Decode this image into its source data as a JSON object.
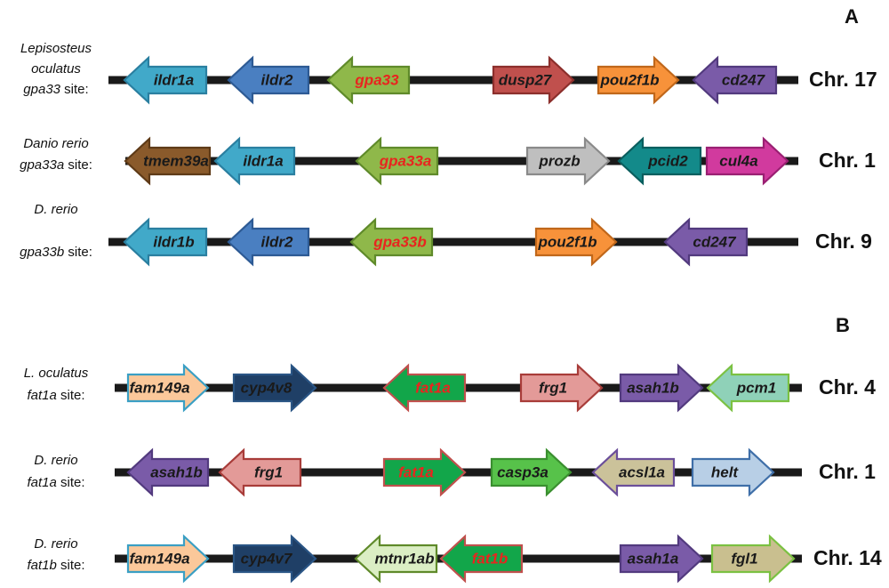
{
  "colors": {
    "line": "#1a1a1a",
    "highlight_text": "#e8251f",
    "dark_text": "#1a1a1a"
  },
  "panels": [
    {
      "label": "A",
      "tracks": [
        {
          "site_lines": [
            {
              "text": "Lepisosteus",
              "italic": true
            },
            {
              "text": "oculatus",
              "italic": true
            },
            {
              "text": "gpa33",
              "italic": true,
              "suffix": " site:"
            }
          ],
          "chromosome": "Chr. 17",
          "genes": [
            {
              "name": "ildr1a",
              "dir": "left",
              "fill": "#41a9c9",
              "stroke": "#2a7fa0",
              "text": "#1a1a1a"
            },
            {
              "name": "ildr2",
              "dir": "left",
              "fill": "#4a7fc1",
              "stroke": "#2d5a94",
              "text": "#1a1a1a"
            },
            {
              "name": "gpa33",
              "dir": "left",
              "fill": "#8fb84a",
              "stroke": "#5f8a2a",
              "text": "#e8251f"
            },
            {
              "name": "dusp27",
              "dir": "right",
              "fill": "#c0504d",
              "stroke": "#8c2f2c",
              "text": "#1a1a1a"
            },
            {
              "name": "pou2f1b",
              "dir": "right",
              "fill": "#f7923a",
              "stroke": "#c0671a",
              "text": "#1a1a1a"
            },
            {
              "name": "cd247",
              "dir": "left",
              "fill": "#7a5ba8",
              "stroke": "#523a7e",
              "text": "#1a1a1a"
            }
          ]
        },
        {
          "site_lines": [
            {
              "text": "Danio rerio",
              "italic": true
            },
            {
              "text": "gpa33a",
              "italic": true,
              "suffix": " site:"
            }
          ],
          "chromosome": "Chr. 1",
          "genes": [
            {
              "name": "tmem39a",
              "dir": "left",
              "fill": "#8a5a2b",
              "stroke": "#5e3a17",
              "text": "#1a1a1a"
            },
            {
              "name": "ildr1a",
              "dir": "left",
              "fill": "#41a9c9",
              "stroke": "#2a7fa0",
              "text": "#1a1a1a"
            },
            {
              "name": "gpa33a",
              "dir": "left",
              "fill": "#8fb84a",
              "stroke": "#5f8a2a",
              "text": "#e8251f"
            },
            {
              "name": "prozb",
              "dir": "right",
              "fill": "#bfbfbf",
              "stroke": "#8a8a8a",
              "text": "#1a1a1a"
            },
            {
              "name": "pcid2",
              "dir": "left",
              "fill": "#138a8a",
              "stroke": "#0a5e5e",
              "text": "#1a1a1a"
            },
            {
              "name": "cul4a",
              "dir": "right",
              "fill": "#d13a9e",
              "stroke": "#9a1f72",
              "text": "#1a1a1a"
            }
          ]
        },
        {
          "site_lines": [
            {
              "text": "D. rerio",
              "italic": true
            },
            {
              "text": "gpa33b",
              "italic": true,
              "suffix": " site:"
            }
          ],
          "chromosome": "Chr. 9",
          "genes": [
            {
              "name": "ildr1b",
              "dir": "left",
              "fill": "#41a9c9",
              "stroke": "#2a7fa0",
              "text": "#1a1a1a"
            },
            {
              "name": "ildr2",
              "dir": "left",
              "fill": "#4a7fc1",
              "stroke": "#2d5a94",
              "text": "#1a1a1a"
            },
            {
              "name": "gpa33b",
              "dir": "left",
              "fill": "#8fb84a",
              "stroke": "#5f8a2a",
              "text": "#e8251f"
            },
            {
              "name": "pou2f1b",
              "dir": "right",
              "fill": "#f7923a",
              "stroke": "#c0671a",
              "text": "#1a1a1a"
            },
            {
              "name": "cd247",
              "dir": "left",
              "fill": "#7a5ba8",
              "stroke": "#523a7e",
              "text": "#1a1a1a"
            }
          ]
        }
      ]
    },
    {
      "label": "B",
      "tracks": [
        {
          "site_lines": [
            {
              "text": "L. oculatus",
              "italic": true
            },
            {
              "text": "fat1a",
              "italic": true,
              "suffix": " site:"
            }
          ],
          "chromosome": "Chr. 4",
          "genes": [
            {
              "name": "fam149a",
              "dir": "right",
              "fill": "#fbc89a",
              "stroke": "#3a9fc4",
              "text": "#1a1a1a"
            },
            {
              "name": "cyp4v8",
              "dir": "right",
              "fill": "#1f3f66",
              "stroke": "#2a5585",
              "text": "#1a1a1a"
            },
            {
              "name": "fat1a",
              "dir": "left",
              "fill": "#12a64a",
              "stroke": "#c0504d",
              "text": "#e8251f"
            },
            {
              "name": "frg1",
              "dir": "right",
              "fill": "#e39a98",
              "stroke": "#a83c39",
              "text": "#1a1a1a"
            },
            {
              "name": "asah1b",
              "dir": "right",
              "fill": "#7a5ba8",
              "stroke": "#523a7e",
              "text": "#1a1a1a"
            },
            {
              "name": "pcm1",
              "dir": "left",
              "fill": "#8fd1b8",
              "stroke": "#7bc142",
              "text": "#1a1a1a"
            }
          ]
        },
        {
          "site_lines": [
            {
              "text": "D. rerio",
              "italic": true
            },
            {
              "text": "fat1a",
              "italic": true,
              "suffix": " site:"
            }
          ],
          "chromosome": "Chr. 1",
          "genes": [
            {
              "name": "asah1b",
              "dir": "left",
              "fill": "#7a5ba8",
              "stroke": "#523a7e",
              "text": "#1a1a1a"
            },
            {
              "name": "frg1",
              "dir": "left",
              "fill": "#e39a98",
              "stroke": "#a83c39",
              "text": "#1a1a1a"
            },
            {
              "name": "fat1a",
              "dir": "right",
              "fill": "#12a64a",
              "stroke": "#c0504d",
              "text": "#e8251f"
            },
            {
              "name": "casp3a",
              "dir": "right",
              "fill": "#57c24a",
              "stroke": "#3a8f2f",
              "text": "#1a1a1a"
            },
            {
              "name": "acsl1a",
              "dir": "left",
              "fill": "#cbc29a",
              "stroke": "#6b4f9a",
              "text": "#1a1a1a"
            },
            {
              "name": "helt",
              "dir": "right",
              "fill": "#b8cfe6",
              "stroke": "#3f6fa8",
              "text": "#1a1a1a"
            }
          ]
        },
        {
          "site_lines": [
            {
              "text": "D. rerio",
              "italic": true
            },
            {
              "text": "fat1b",
              "italic": true,
              "suffix": " site:"
            }
          ],
          "chromosome": "Chr. 14",
          "genes": [
            {
              "name": "fam149a",
              "dir": "right",
              "fill": "#fbc89a",
              "stroke": "#3a9fc4",
              "text": "#1a1a1a"
            },
            {
              "name": "cyp4v7",
              "dir": "right",
              "fill": "#1f3f66",
              "stroke": "#2a5585",
              "text": "#1a1a1a"
            },
            {
              "name": "mtnr1ab",
              "dir": "left",
              "fill": "#dbeec4",
              "stroke": "#5f8a2a",
              "text": "#1a1a1a"
            },
            {
              "name": "fat1b",
              "dir": "left",
              "fill": "#12a64a",
              "stroke": "#c0504d",
              "text": "#e8251f"
            },
            {
              "name": "asah1a",
              "dir": "right",
              "fill": "#7a5ba8",
              "stroke": "#523a7e",
              "text": "#1a1a1a"
            },
            {
              "name": "fgl1",
              "dir": "right",
              "fill": "#c9bf8f",
              "stroke": "#7bc142",
              "text": "#1a1a1a"
            }
          ]
        }
      ]
    }
  ]
}
